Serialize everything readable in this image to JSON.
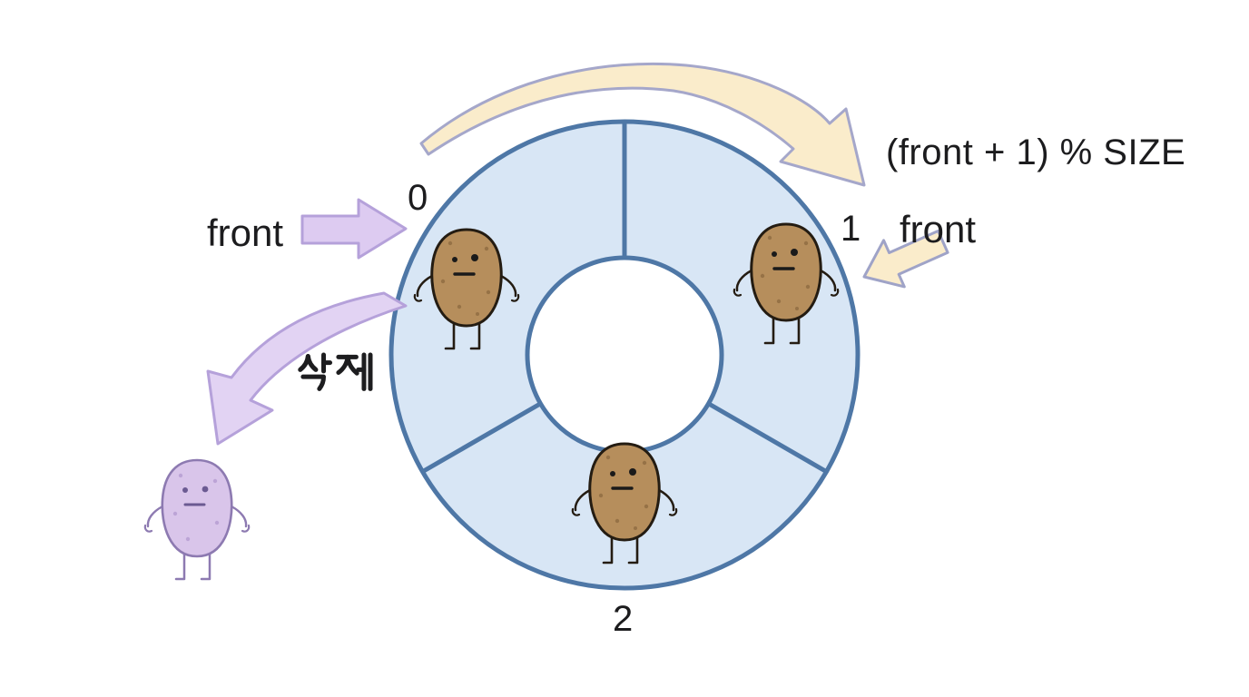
{
  "labels": {
    "front_left": "front",
    "front_right": "front",
    "next_index_formula": "(front + 1) % SIZE",
    "delete_korean": "삭제"
  },
  "queue": {
    "slots": [
      {
        "index": "0",
        "occupied": true,
        "item": "potato"
      },
      {
        "index": "1",
        "occupied": true,
        "item": "potato"
      },
      {
        "index": "2",
        "occupied": true,
        "item": "potato"
      }
    ],
    "removed_item": "purple-potato"
  },
  "icons": {
    "front_pointer_left": "right-block-arrow",
    "front_pointer_right": "down-left-block-arrow",
    "advance_arc": "clockwise-curved-arrow",
    "delete_arc": "down-left-curved-arrow"
  },
  "colors": {
    "background": "#ffffff",
    "ring_fill": "#d8e6f5",
    "ring_stroke": "#4e77a6",
    "potato_body": "#b68e5c",
    "potato_outline": "#241c12",
    "removed_potato_body": "#d9c5ea",
    "removed_potato_outline": "#8d7ab1",
    "purple_arrow_fill": "#ddcbf1",
    "purple_arrow_stroke": "#b5a1da",
    "yellow_arrow_fill": "#faeccb",
    "yellow_arrow_stroke": "#a5a7ca",
    "text": "#1c1c1e"
  }
}
